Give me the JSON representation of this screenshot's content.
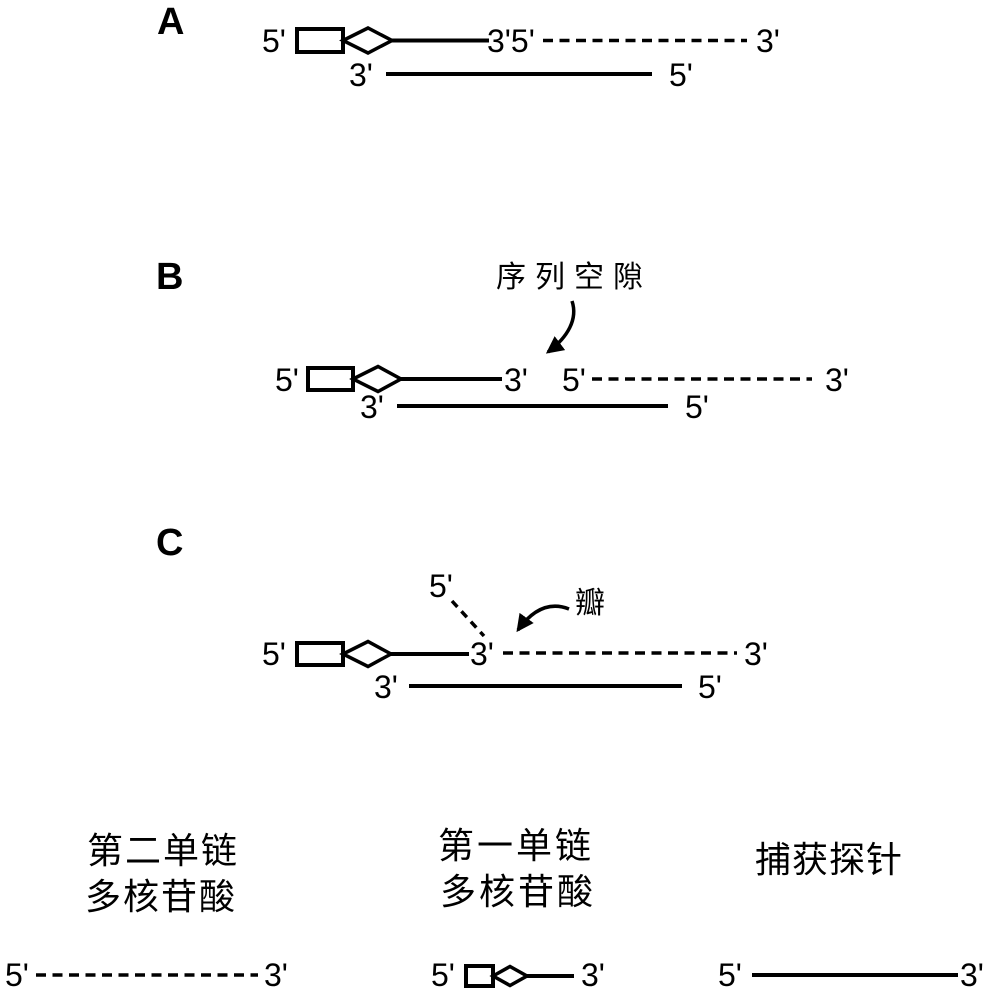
{
  "figure": {
    "panel_a": {
      "label": "A",
      "top_strand": {
        "left_end": "5'",
        "junction_left": "3'",
        "junction_right": "5'",
        "right_end": "3'"
      },
      "bottom_strand": {
        "left_end": "3'",
        "right_end": "5'"
      }
    },
    "panel_b": {
      "label": "B",
      "gap_annotation": "序列空隙",
      "top_strand": {
        "left_end": "5'",
        "gap_left_end": "3'",
        "gap_right_end": "5'",
        "right_end": "3'"
      },
      "bottom_strand": {
        "left_end": "3'",
        "right_end": "5'"
      }
    },
    "panel_c": {
      "label": "C",
      "flap_annotation": "瓣",
      "flap_end": "5'",
      "top_strand": {
        "left_end": "5'",
        "junction_end": "3'",
        "right_end": "3'"
      },
      "bottom_strand": {
        "left_end": "3'",
        "right_end": "5'"
      }
    },
    "legend": {
      "second_polynucleotide": {
        "label_line1": "第二单链",
        "label_line2": "多核苷酸",
        "left_end": "5'",
        "right_end": "3'"
      },
      "first_polynucleotide": {
        "label_line1": "第一单链",
        "label_line2": "多核苷酸",
        "left_end": "5'",
        "right_end": "3'"
      },
      "capture_probe": {
        "label": "捕获探针",
        "left_end": "5'",
        "right_end": "3'"
      }
    },
    "colors": {
      "ink": "#000000",
      "background": "#ffffff"
    }
  }
}
